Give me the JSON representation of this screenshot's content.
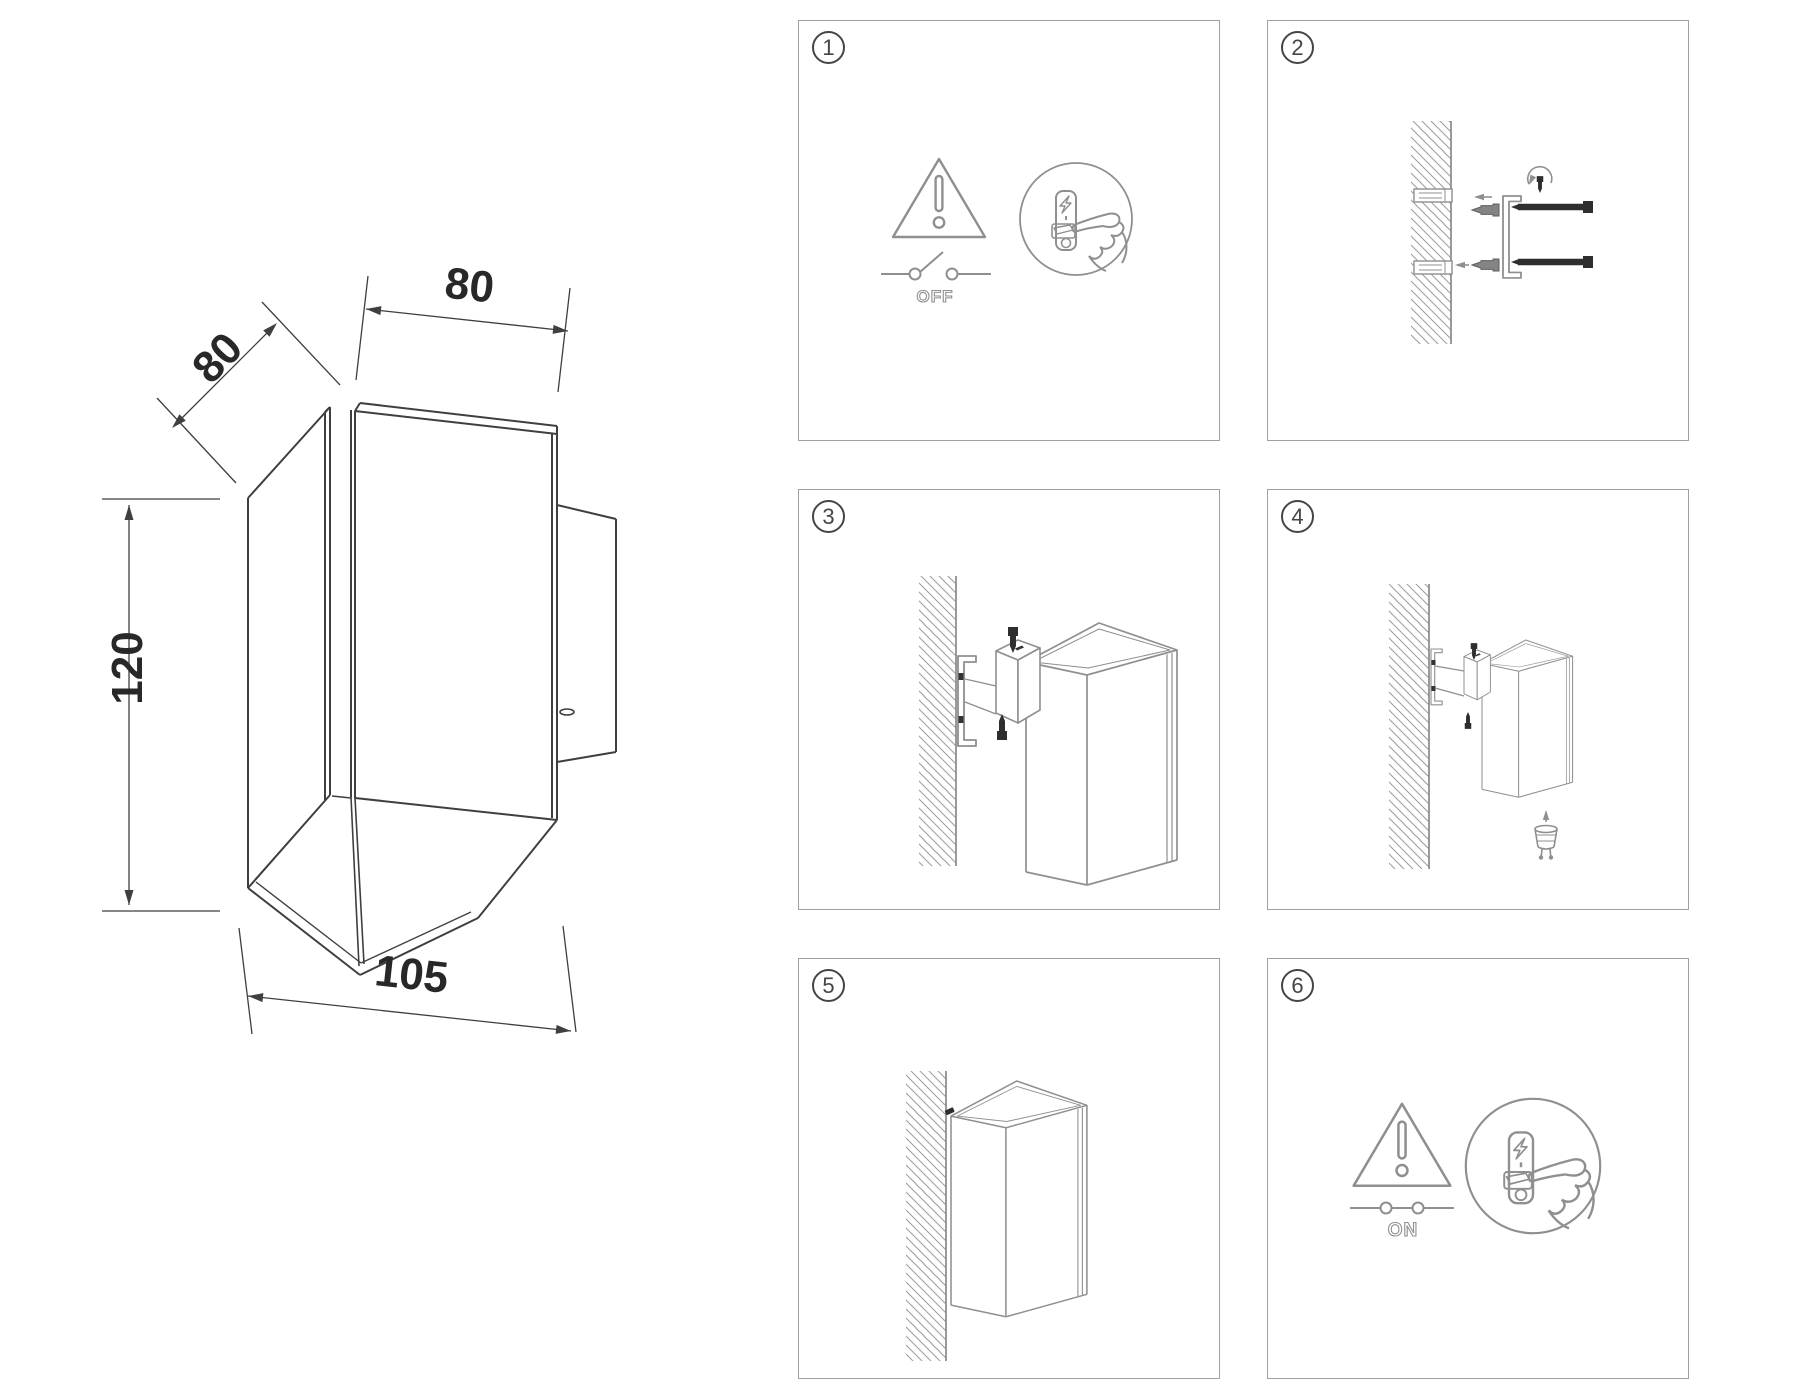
{
  "document": {
    "type": "wall-lamp-installation-instruction-sheet"
  },
  "colors": {
    "background": "#ffffff",
    "drawing_line": "#3f3f3f",
    "dimension_text": "#282828",
    "panel_border": "#a0a0a0",
    "panel_art_line": "#8f8f8f",
    "black_hardware": "#2e2e2e"
  },
  "technical_drawing": {
    "view": "isometric-cube-wall-lamp",
    "dimensions": {
      "depth_top": "80",
      "width_top": "80",
      "height_left": "120",
      "depth_bottom": "105"
    }
  },
  "steps": [
    {
      "number": "1",
      "switch_label": "OFF",
      "icons": [
        "warning-triangle-icon",
        "open-circuit-switch-icon",
        "hand-press-light-switch-icon"
      ]
    },
    {
      "number": "2",
      "icons": [
        "wall-section-icon",
        "wall-plug-icon",
        "screw-icon",
        "insert-arrow-icon",
        "mounting-bracket-icon",
        "screwdriver-rotation-icon"
      ]
    },
    {
      "number": "3",
      "icons": [
        "wall-section-icon",
        "mounting-bracket-icon",
        "lamp-mount-block-icon",
        "lamp-shade-icon",
        "fixing-screw-icon"
      ]
    },
    {
      "number": "4",
      "icons": [
        "wall-section-icon",
        "mounting-bracket-icon",
        "lamp-mount-block-icon",
        "lamp-shade-icon",
        "fixing-screw-icon",
        "bulb-icon",
        "insert-arrow-icon"
      ]
    },
    {
      "number": "5",
      "icons": [
        "wall-section-icon",
        "lamp-mounted-icon",
        "fixing-screw-icon"
      ]
    },
    {
      "number": "6",
      "switch_label": "ON",
      "icons": [
        "warning-triangle-icon",
        "closed-circuit-switch-icon",
        "hand-press-light-switch-icon"
      ]
    }
  ]
}
